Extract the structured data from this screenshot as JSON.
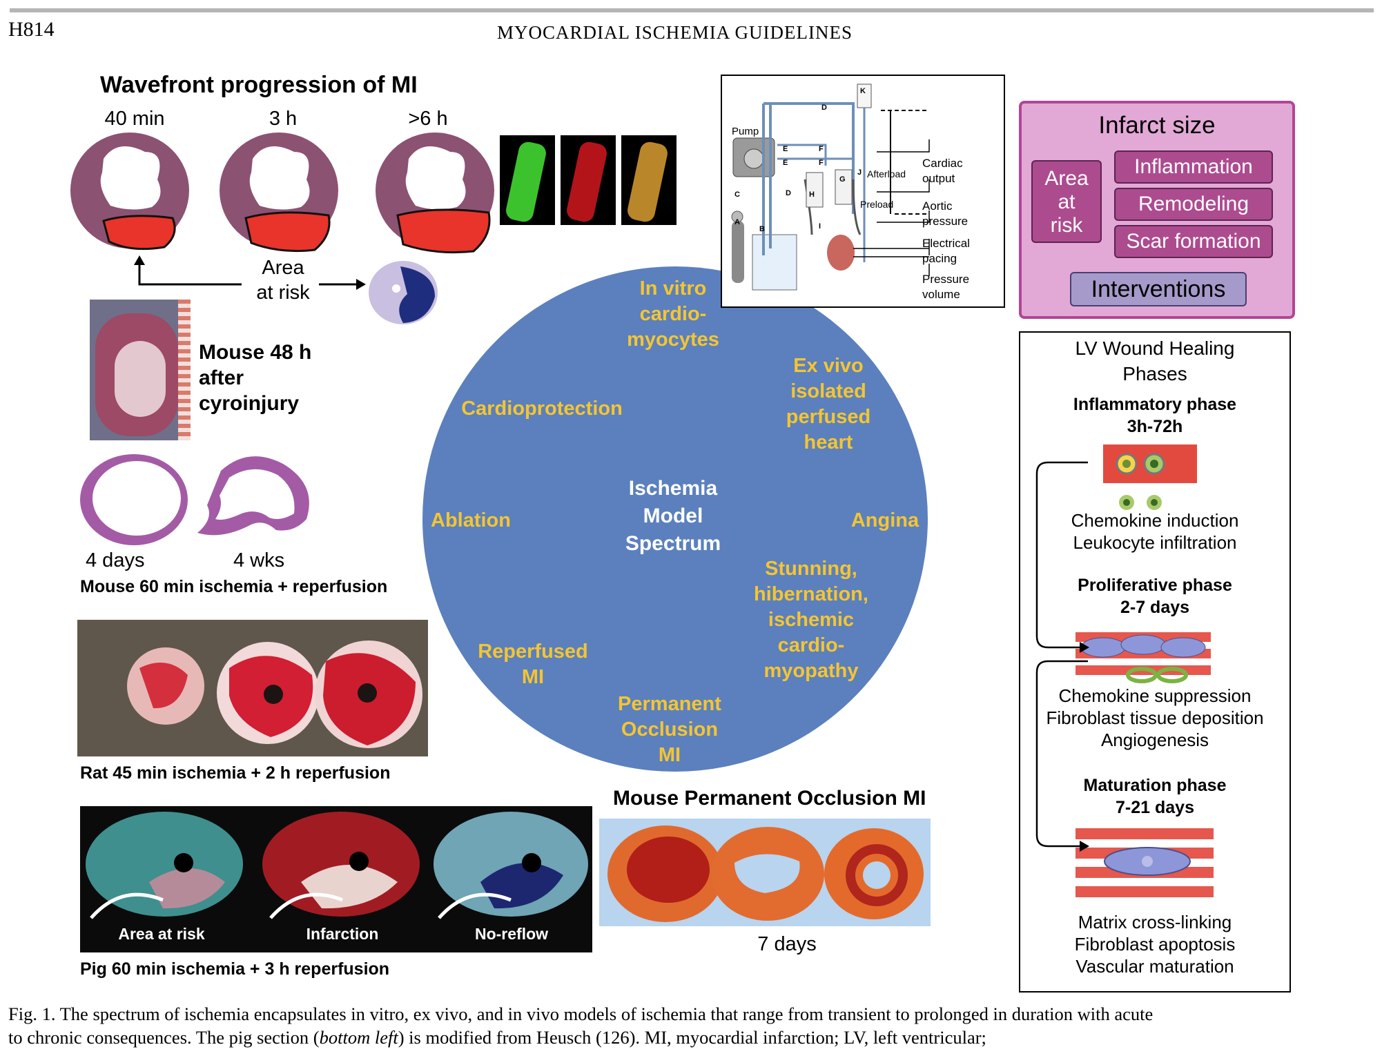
{
  "header": {
    "page_number": "H814",
    "running_title": "MYOCARDIAL ISCHEMIA GUIDELINES"
  },
  "wavefront": {
    "title": "Wavefront progression of MI",
    "times": [
      "40 min",
      "3 h",
      ">6 h"
    ],
    "area_at_risk": [
      "Area",
      "at risk"
    ]
  },
  "mouse_cryo": {
    "label": [
      "Mouse 48 h",
      "after",
      "cyroinjury"
    ]
  },
  "mouse_sections": {
    "times": [
      "4 days",
      "4 wks"
    ],
    "caption": "Mouse 60 min ischemia + reperfusion"
  },
  "rat": {
    "caption": "Rat 45 min ischemia + 2 h reperfusion"
  },
  "pig": {
    "labels": [
      "Area at risk",
      "Infarction",
      "No-reflow"
    ],
    "caption": "Pig 60 min ischemia + 3 h reperfusion"
  },
  "mouse_po": {
    "title": "Mouse Permanent Occlusion MI",
    "time": "7 days"
  },
  "circle": {
    "center": [
      "Ischemia",
      "Model",
      "Spectrum"
    ],
    "items": {
      "in_vitro": [
        "In vitro",
        "cardio-",
        "myocytes"
      ],
      "ex_vivo": [
        "Ex vivo",
        "isolated",
        "perfused",
        "heart"
      ],
      "cardioprotection": [
        "Cardioprotection"
      ],
      "ablation": [
        "Ablation"
      ],
      "angina": [
        "Angina"
      ],
      "stunning": [
        "Stunning,",
        "hibernation,",
        "ischemic",
        "cardio-",
        "myopathy"
      ],
      "reperfused": [
        "Reperfused",
        "MI"
      ],
      "permanent": [
        "Permanent",
        "Occlusion",
        "MI"
      ]
    },
    "colors": {
      "fill": "#5b80bd",
      "text": "#f5c531"
    }
  },
  "apparatus": {
    "labels": {
      "pump": "Pump",
      "afterload": "Afterload",
      "preload": "Preload",
      "cardiac_output": [
        "Cardiac",
        "output"
      ],
      "aortic_pressure": [
        "Aortic",
        "pressure"
      ],
      "electrical_pacing": [
        "Electrical",
        "pacing"
      ],
      "pressure_volume": [
        "Pressure",
        "volume"
      ],
      "letters": [
        "A",
        "B",
        "C",
        "D",
        "D",
        "E",
        "E",
        "F",
        "F",
        "G",
        "H",
        "I",
        "J",
        "K"
      ]
    }
  },
  "infarct_size": {
    "title": "Infarct size",
    "area_at_risk": [
      "Area",
      "at",
      "risk"
    ],
    "factors": [
      "Inflammation",
      "Remodeling",
      "Scar formation"
    ],
    "interventions": "Interventions",
    "colors": {
      "panel": "#e2a9d6",
      "box": "#ad4b8f",
      "interventions": "#a59ac9"
    }
  },
  "lv_healing": {
    "title": [
      "LV Wound Healing",
      "Phases"
    ],
    "phases": [
      {
        "name": "Inflammatory phase",
        "duration": "3h-72h",
        "events": [
          "Chemokine induction",
          "Leukocyte infiltration"
        ]
      },
      {
        "name": "Proliferative phase",
        "duration": "2-7 days",
        "events": [
          "Chemokine suppression",
          "Fibroblast tissue deposition",
          "Angiogenesis"
        ]
      },
      {
        "name": "Maturation phase",
        "duration": "7-21 days",
        "events": [
          "Matrix cross-linking",
          "Fibroblast apoptosis",
          "Vascular maturation"
        ]
      }
    ]
  },
  "figure_caption": {
    "line1": "Fig. 1. The spectrum of ischemia encapsulates in vitro, ex vivo, and in vivo models of ischemia that range from transient to prolonged in duration with acute",
    "line2_a": "to chronic consequences. The pig section (",
    "line2_em": "bottom left",
    "line2_b": ") is modified from Heusch (126). MI, myocardial infarction; LV, left ventricular;"
  }
}
